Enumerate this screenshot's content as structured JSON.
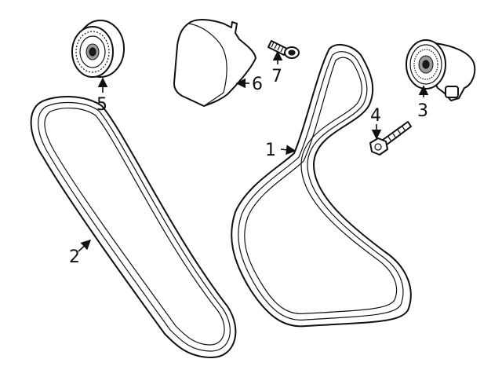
{
  "callouts": {
    "c1": "1",
    "c2": "2",
    "c3": "3",
    "c4": "4",
    "c5": "5",
    "c6": "6",
    "c7": "7"
  },
  "colors": {
    "line": "#111111",
    "background": "#ffffff"
  }
}
